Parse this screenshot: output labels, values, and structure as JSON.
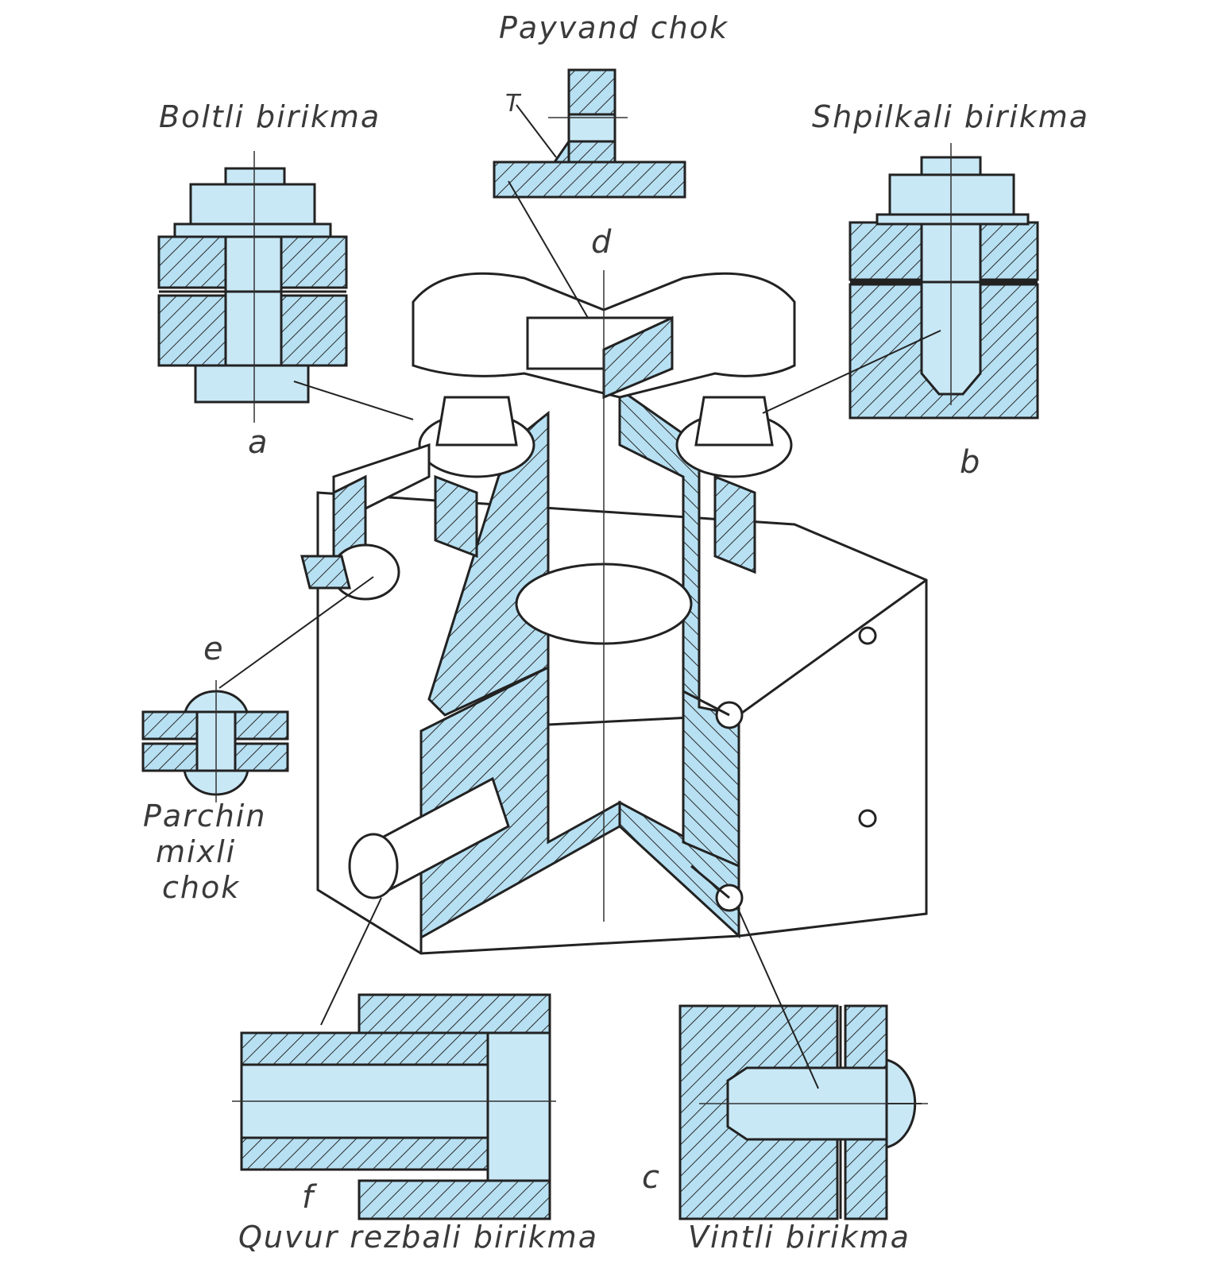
{
  "labels": {
    "payvand_chok": "Payvand chok",
    "boltli": "Boltli birikma",
    "shpilkali": "Shpilkali birikma",
    "parchin_1": "Parchin",
    "parchin_2": "mixli",
    "parchin_3": "chok",
    "quvur": "Quvur rezbali birikma",
    "vintli": "Vintli birikma"
  },
  "letters": {
    "a": "a",
    "b": "b",
    "c": "c",
    "d": "d",
    "e": "e",
    "f": "f",
    "T": "T"
  },
  "colors": {
    "fill_blue": "#c9e8f6",
    "hatch_blue": "#b7e0f2",
    "line": "#222222"
  }
}
